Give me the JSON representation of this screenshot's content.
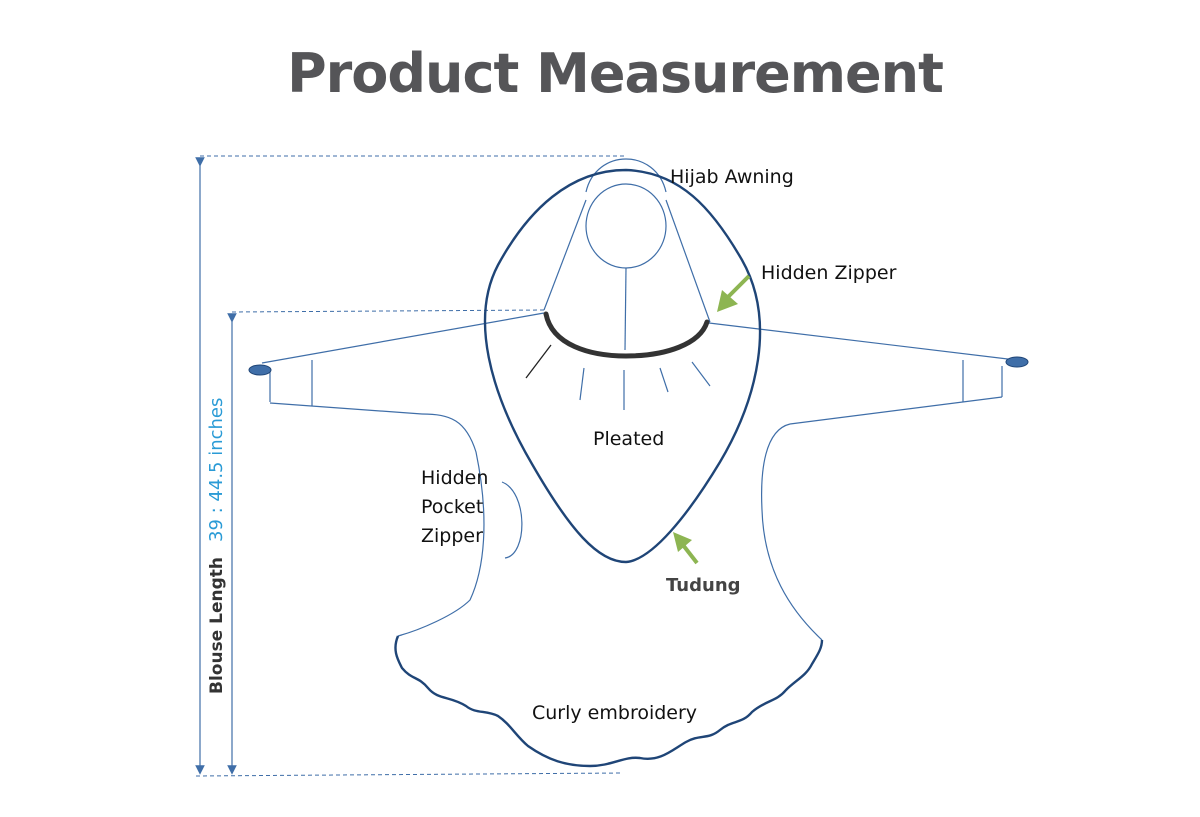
{
  "title": "Product Measurement",
  "labels": {
    "hijab_awning": "Hijab Awning",
    "hidden_zipper": "Hidden Zipper",
    "pleated": "Pleated",
    "hidden_pocket_zipper": [
      "Hidden",
      "Pocket",
      "Zipper"
    ],
    "tudung": "Tudung",
    "curly_embroidery": "Curly embroidery"
  },
  "measurement": {
    "name": "Blouse Length",
    "value": "39 :  44.5 inches"
  },
  "colors": {
    "outline": "#1f4577",
    "thin_line": "#3f6ea8",
    "measure_text": "#2a9bd6",
    "arrow": "#8db552",
    "zipper": "#333333",
    "title": "#555558"
  }
}
